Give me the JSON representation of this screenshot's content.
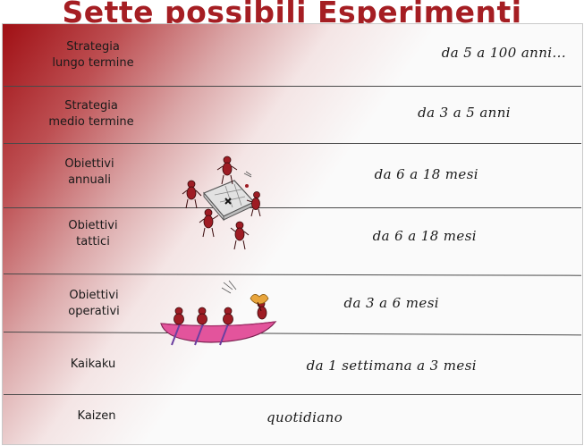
{
  "title": "Sette possibili Esperimenti",
  "rows": [
    {
      "label_1": "Strategia",
      "label_2": "lungo termine",
      "period": "da 5 a 100 anni..."
    },
    {
      "label_1": "Strategia",
      "label_2": "medio termine",
      "period": "da 3 a 5 anni"
    },
    {
      "label_1": "Obiettivi",
      "label_2": "annuali",
      "period": "da 6 a 18 mesi"
    },
    {
      "label_1": "Obiettivi",
      "label_2": "tattici",
      "period": "da 6 a 18 mesi"
    },
    {
      "label_1": "Obiettivi",
      "label_2": "operativi",
      "period": "da 3 a 6 mesi"
    },
    {
      "label_1": "Kaikaku",
      "label_2": "",
      "period": "da 1 settimana a 3 mesi"
    },
    {
      "label_1": "Kaizen",
      "label_2": "",
      "period": "quotidiano"
    }
  ],
  "colors": {
    "title": "#a51e23",
    "gradient_dark": "#a00f14",
    "figure_body": "#9e1c24",
    "canoe": "#e3549c",
    "oars": "#6b3fa0",
    "flag": "#e8a53c"
  },
  "illustrations": [
    "team-around-table-icon",
    "rowing-canoe-icon"
  ]
}
